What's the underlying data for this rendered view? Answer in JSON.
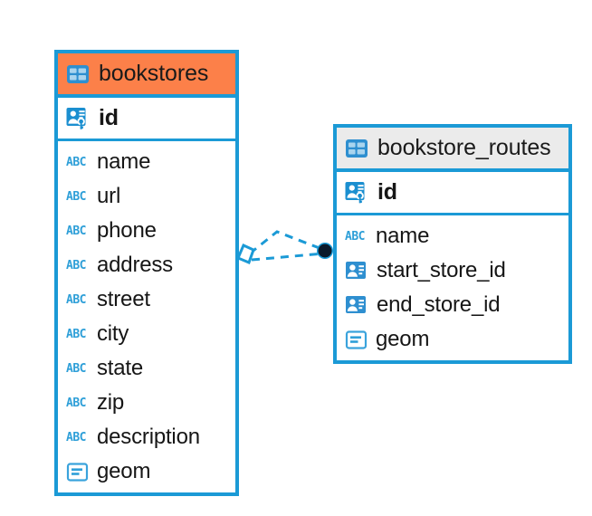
{
  "diagram": {
    "type": "entity-relationship-diagram",
    "colors": {
      "border": "#1B9AD6",
      "header_accent_primary": "#FC8049",
      "header_accent_secondary": "#EBEBEB",
      "icon_blue": "#2E9FD8",
      "connector_line": "#1B9AD6",
      "connector_endpoint": "#0B1A2B",
      "text": "#161616",
      "background": "#FFFFFF"
    },
    "entities": [
      {
        "id": "bookstores",
        "name": "bookstores",
        "header_icon": "table-icon",
        "header_style": "accent-orange",
        "primary_key": {
          "name": "id",
          "icon": "primary-key-icon"
        },
        "fields": [
          {
            "name": "name",
            "icon": "abc-text-icon"
          },
          {
            "name": "url",
            "icon": "abc-text-icon"
          },
          {
            "name": "phone",
            "icon": "abc-text-icon"
          },
          {
            "name": "address",
            "icon": "abc-text-icon"
          },
          {
            "name": "street",
            "icon": "abc-text-icon"
          },
          {
            "name": "city",
            "icon": "abc-text-icon"
          },
          {
            "name": "state",
            "icon": "abc-text-icon"
          },
          {
            "name": "zip",
            "icon": "abc-text-icon"
          },
          {
            "name": "description",
            "icon": "abc-text-icon"
          },
          {
            "name": "geom",
            "icon": "geometry-icon"
          }
        ]
      },
      {
        "id": "bookstore_routes",
        "name": "bookstore_routes",
        "header_icon": "table-icon",
        "header_style": "accent-gray",
        "primary_key": {
          "name": "id",
          "icon": "primary-key-icon"
        },
        "fields": [
          {
            "name": "name",
            "icon": "abc-text-icon"
          },
          {
            "name": "start_store_id",
            "icon": "foreign-key-icon"
          },
          {
            "name": "end_store_id",
            "icon": "foreign-key-icon"
          },
          {
            "name": "geom",
            "icon": "geometry-icon"
          }
        ]
      }
    ],
    "relationship": {
      "style": "dashed",
      "source_marker": "diamond-marker",
      "target_marker": "filled-circle-marker",
      "source_entity": "bookstores",
      "target_entity": "bookstore_routes"
    }
  }
}
